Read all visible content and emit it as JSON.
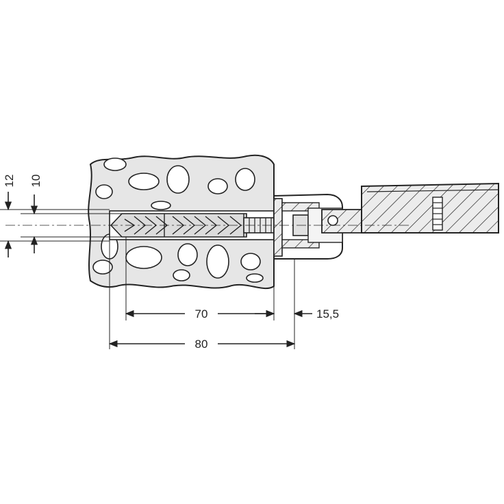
{
  "dimensions": {
    "hole_outer": "12",
    "hole_inner": "10",
    "depth": "70",
    "overall": "80",
    "offset": "15,5"
  },
  "colors": {
    "line": "#222222",
    "wall_fill": "#e6e6e6",
    "hole_fill": "#ffffff",
    "part_fill": "#d9d9d9"
  }
}
